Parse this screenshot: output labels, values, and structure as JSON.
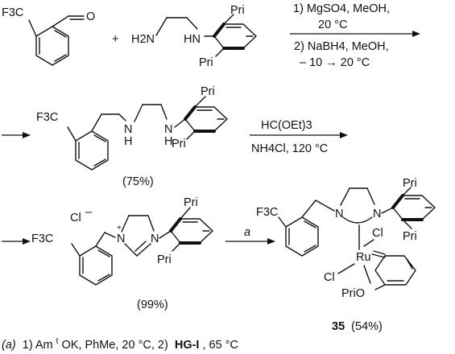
{
  "step1": {
    "reactant_a": {
      "cf3_label": "F3C",
      "carbonyl_o": "O"
    },
    "plus": "+",
    "reactant_b": {
      "amine": "H2N",
      "nh": "HN",
      "ipr_top": "Pri",
      "ipr_bottom": "Pri"
    },
    "conditions_above": [
      "1) MgSO4, MeOH,",
      "20 °C"
    ],
    "conditions_below": [
      "2) NaBH4, MeOH,",
      "– 10 → 20 °C"
    ]
  },
  "step2": {
    "product": {
      "cf3_label": "F3C",
      "n1": "N",
      "h1": "H",
      "n2": "N",
      "h2": "H",
      "ipr_top": "Pri",
      "ipr_bottom": "Pri"
    },
    "yield": "(75%)",
    "conditions_above": "HC(OEt)3",
    "conditions_below": "NH4Cl, 120 °C"
  },
  "step3": {
    "salt": {
      "counterion": "Cl",
      "counterion_charge": "–",
      "cf3_label": "F3C",
      "n_plus": "N",
      "plus": "+",
      "n2": "N",
      "ipr_top": "Pri",
      "ipr_bottom": "Pri"
    },
    "yield": "(99%)",
    "reagent_label": "a"
  },
  "complex": {
    "cf3_label": "F3C",
    "n1": "N",
    "n2": "N",
    "cl_top": "Cl",
    "cl_left": "Cl",
    "metal": "Ru",
    "ether": "PriO",
    "ipr_top": "Pri",
    "ipr_bottom": "Pri",
    "compound_number": "35",
    "yield": "(54%)"
  },
  "footnote": {
    "label": "(a)",
    "text1": "1) Am",
    "sup_t": "t",
    "text2": "OK, PhMe, 20 °C, 2)",
    "bold": "HG-I",
    "text3": ", 65 °C"
  }
}
